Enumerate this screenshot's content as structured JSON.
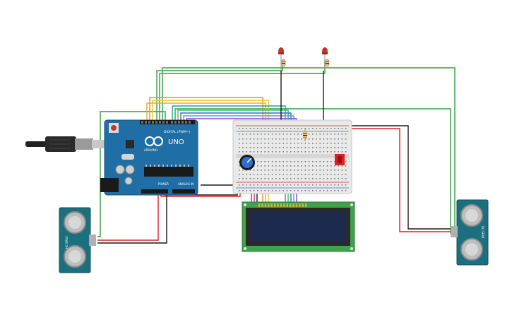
{
  "arduino": {
    "logo_text": "UNO",
    "brand_text": "ARDUINO",
    "digital_label": "DIGITAL (PWM~)",
    "analog_label": "ANALOG IN",
    "power_label": "POWER"
  },
  "sensors": {
    "left_model": "HC-SR04",
    "right_model": "HC-SR04"
  },
  "colors": {
    "board": "#1f6fa6",
    "wire_red": "#e02020",
    "wire_black": "#1a1a1a",
    "wire_green": "#2e9e3e",
    "wire_orange": "#e8901a",
    "wire_yellow": "#e8c81a",
    "wire_blue": "#2f6fd0",
    "wire_purple": "#8e44c0",
    "lcd_pcb": "#3fa34a",
    "lcd_screen": "#1c2a4d",
    "sensor_pcb": "#1c6f7f",
    "breadboard": "#e9e9e9"
  }
}
